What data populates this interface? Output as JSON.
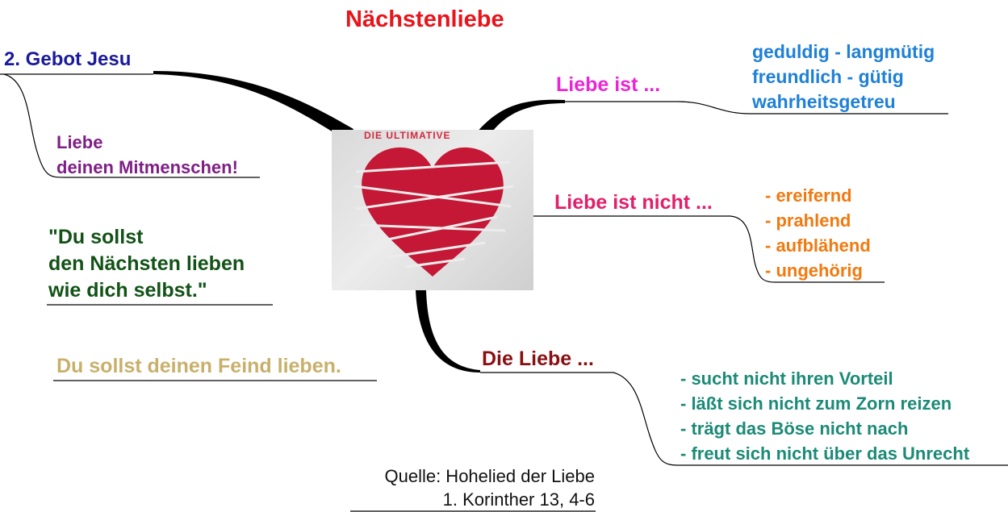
{
  "title": "Nächstenliebe",
  "left": {
    "gebot": "2. Gebot Jesu",
    "mitmenschen": [
      "Liebe",
      "deinen Mitmenschen!"
    ],
    "quote": [
      "\"Du sollst",
      "den Nächsten lieben",
      "wie dich selbst.\""
    ],
    "feind": "Du sollst deinen Feind lieben."
  },
  "right": {
    "liebe_ist": {
      "label": "Liebe ist ...",
      "items": [
        "geduldig - langmütig",
        "freundlich - gütig",
        "wahrheitsgetreu"
      ]
    },
    "liebe_ist_nicht": {
      "label": "Liebe ist nicht ...",
      "items": [
        "- ereifernd",
        "- prahlend",
        "- aufblähend",
        "- ungehörig"
      ]
    },
    "die_liebe": {
      "label": "Die Liebe ...",
      "items": [
        "- sucht nicht ihren Vorteil",
        "- läßt sich nicht zum Zorn reizen",
        "- trägt das Böse nicht nach",
        "- freut sich nicht über das Unrecht"
      ]
    }
  },
  "source": [
    "Quelle: Hohelied der Liebe",
    "1. Korinther 13, 4-6"
  ],
  "image": {
    "top_text": "DIE ULTIMATIVE"
  },
  "colors": {
    "title": "#e8141b",
    "gebot": "#1a1a9c",
    "mitmenschen": "#7e1e86",
    "quote": "#125216",
    "feind": "#c8b06b",
    "liebe_ist": "#e926d6",
    "liebe_ist_items": "#1e80d6",
    "liebe_ist_nicht": "#e21f6a",
    "liebe_ist_nicht_items": "#f17a10",
    "die_liebe": "#8a0f12",
    "die_liebe_items": "#1b8a77"
  }
}
